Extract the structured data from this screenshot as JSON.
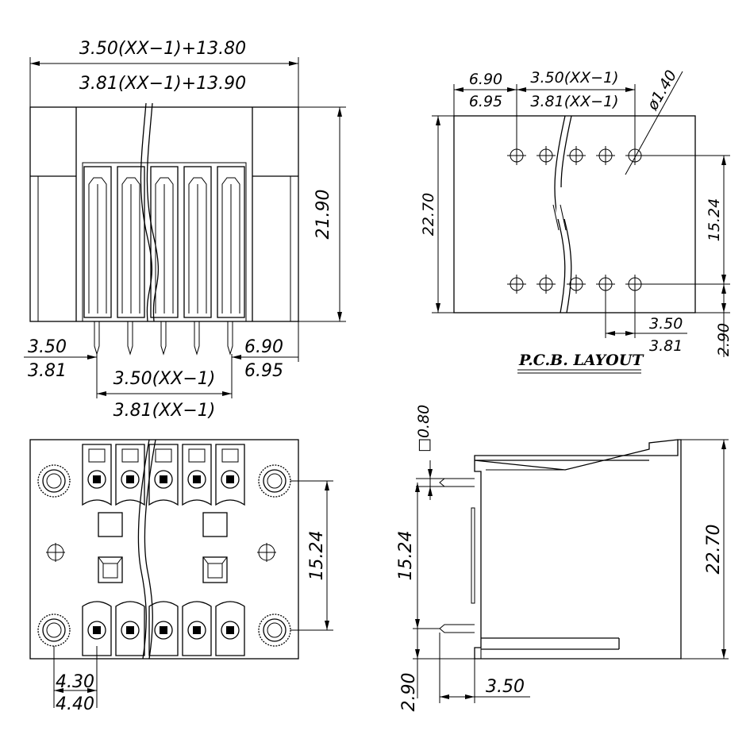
{
  "front_view": {
    "width_350": "3.50(XX−1)+13.80",
    "width_381": "3.81(XX−1)+13.90",
    "height": "21.90",
    "left_pitch_350": "3.50",
    "left_pitch_381": "3.81",
    "span_350": "3.50(XX−1)",
    "span_381": "3.81(XX−1)",
    "right_offset_690": "6.90",
    "right_offset_695": "6.95"
  },
  "pcb_layout": {
    "title": "P.C.B. LAYOUT",
    "offset_690": "6.90",
    "offset_695": "6.95",
    "pitch_350": "3.50(XX−1)",
    "pitch_381": "3.81(XX−1)",
    "hole_dia": "ø1.40",
    "height": "22.70",
    "row_spacing": "15.24",
    "bottom_offset": "2.90",
    "pin_pitch_350": "3.50",
    "pin_pitch_381": "3.81"
  },
  "bottom_view": {
    "row_spacing": "15.24",
    "left_offset_430": "4.30",
    "left_offset_440": "4.40"
  },
  "side_view": {
    "pin_square": "□0.80",
    "row_spacing": "15.24",
    "height": "22.70",
    "bottom_offset": "2.90",
    "pin_offset": "3.50"
  }
}
